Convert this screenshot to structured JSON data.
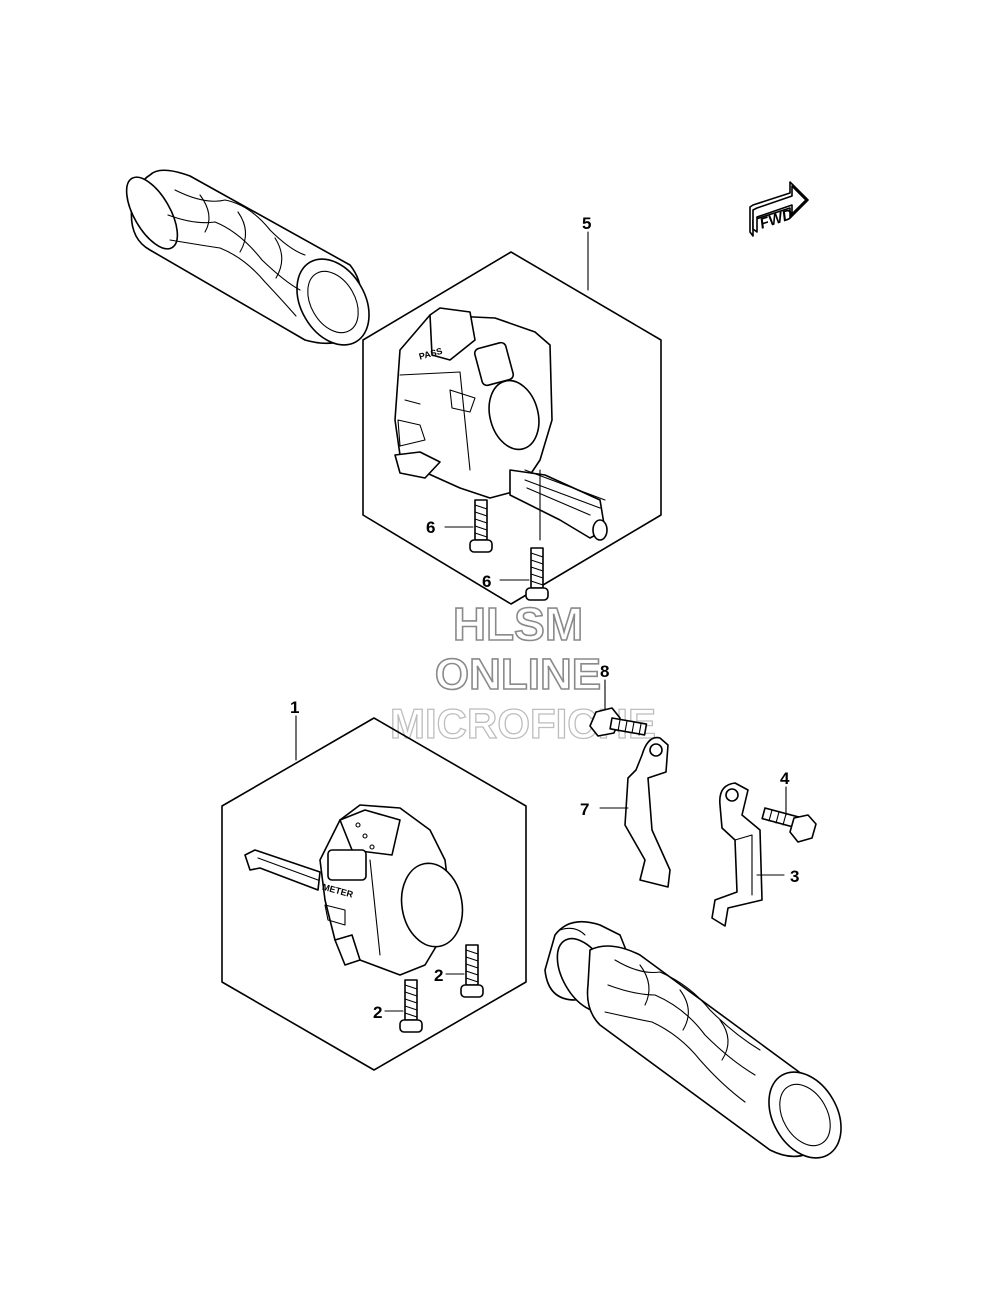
{
  "callouts": {
    "c1": "1",
    "c2a": "2",
    "c2b": "2",
    "c3": "3",
    "c4": "4",
    "c5": "5",
    "c6a": "6",
    "c6b": "6",
    "c7": "7",
    "c8": "8"
  },
  "fwd_label": "FWD",
  "switch_labels": {
    "pass": "PASS",
    "meter": "METER"
  },
  "watermark": {
    "line1": "HLSM",
    "line2": "ONLINE",
    "line3": "MICROFICHE"
  }
}
